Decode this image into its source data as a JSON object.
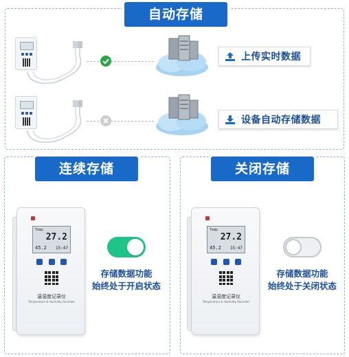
{
  "sections": {
    "auto_save_title": "自动存储",
    "continuous_title": "连续存储",
    "close_title": "关闭存储"
  },
  "rows": {
    "upload_label": "上传实时数据",
    "device_save_label": "设备自动存储数据"
  },
  "device": {
    "temp": "27.2",
    "humidity": "45.2",
    "time": "15:47",
    "mode": "Temp",
    "name": "温湿度记录仪",
    "name_en": "Temperature & Humidity Recorder"
  },
  "descriptions": {
    "on_line1": "存储数据功能",
    "on_line2": "始终处于开启状态",
    "off_line1": "存储数据功能",
    "off_line2": "始终处于关闭状态"
  },
  "toggles": {
    "continuous_on": true,
    "close_on": false
  },
  "colors": {
    "title_blue": "#1969c8",
    "text_blue": "#1b4fa0",
    "toggle_on": "#1ec488",
    "check_green": "#27a844"
  }
}
